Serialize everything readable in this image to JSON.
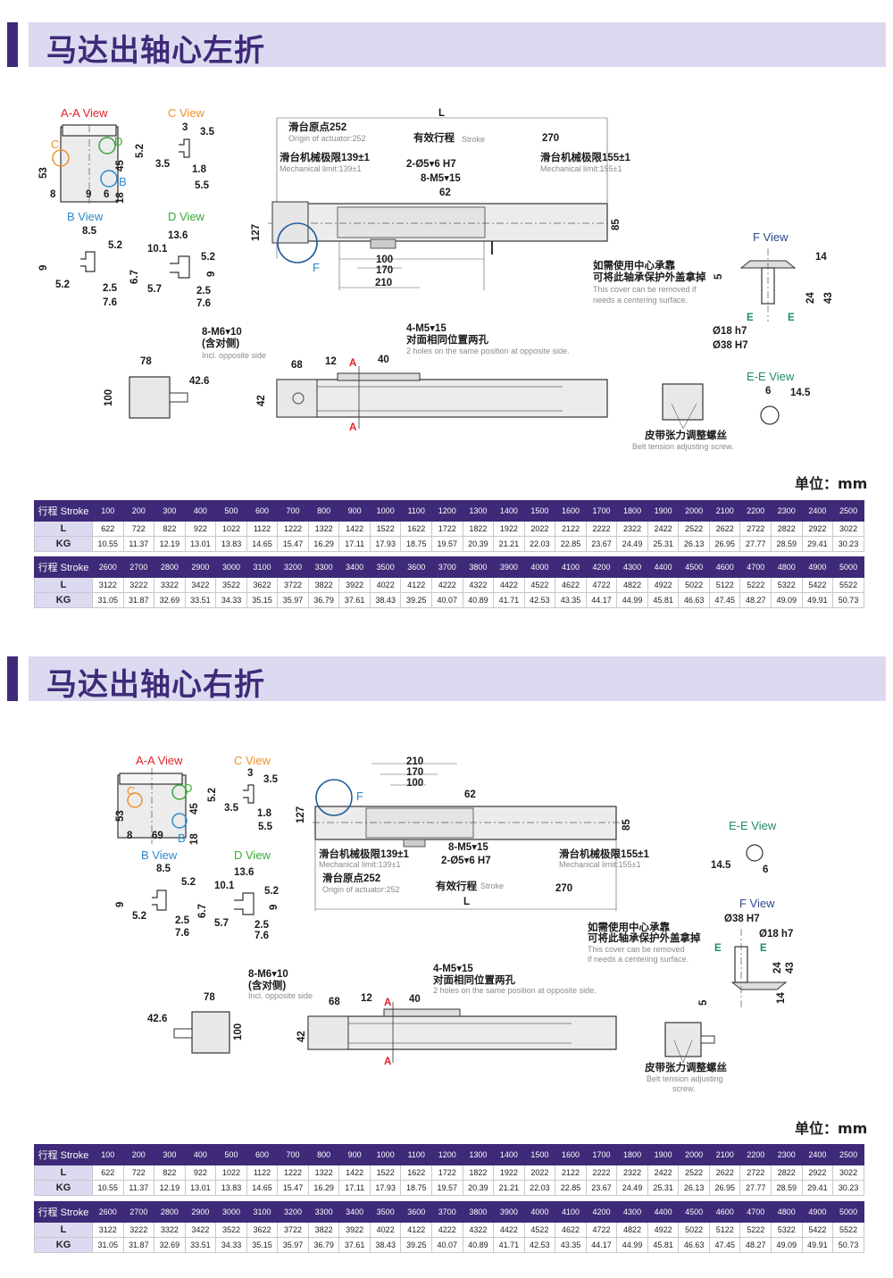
{
  "colors": {
    "brand": "#3e2a78",
    "header_bg": "#dcdaf0",
    "aa_view": "#e0202a",
    "c_view": "#f0902a",
    "b_view": "#2a8ad0",
    "d_view": "#3aa83a",
    "f_view": "#2a4a8a",
    "ee_view": "#1f8a6a"
  },
  "sections": [
    {
      "title": "马达出轴心左折",
      "unit": "单位：mm",
      "labels": {
        "aa_title": "A-A View",
        "c_title": "C View",
        "b_title": "B View",
        "d_title": "D View",
        "aa_53": "53",
        "aa_45": "45",
        "aa_18": "18",
        "aa_8": "8",
        "aa_9": "9",
        "aa_6": "6",
        "aa_c": "C",
        "aa_d": "D",
        "aa_b": "B",
        "c_3": "3",
        "c_35a": "3.5",
        "c_52": "5.2",
        "c_35b": "3.5",
        "c_18": "1.8",
        "c_55": "5.5",
        "b_85": "8.5",
        "b_52a": "5.2",
        "b_9": "9",
        "b_52b": "5.2",
        "b_25": "2.5",
        "b_76": "7.6",
        "d_136": "13.6",
        "d_101": "10.1",
        "d_52": "5.2",
        "d_67": "6.7",
        "d_9": "9",
        "d_57": "5.7",
        "d_25": "2.5",
        "d_76": "7.6",
        "top_L": "L",
        "origin_cn": "滑台原点252",
        "origin_en": "Origin of actuator:252",
        "stroke_cn": "有效行程",
        "stroke_en": "Stroke",
        "top_270": "270",
        "mech139_cn": "滑台机械极限139±1",
        "mech139_en": "Mechanical limit:139±1",
        "pin_holes": "2-Ø5▾6 H7",
        "m5_holes": "8-M5▾15",
        "top_62": "62",
        "mech155_cn": "滑台机械极限155±1",
        "mech155_en": "Mechanical limit:155±1",
        "top_127": "127",
        "top_85": "85",
        "top_F": "F",
        "top_100": "100",
        "top_170": "170",
        "top_210": "210",
        "f_title": "F View",
        "f_14": "14",
        "f_5": "5",
        "f_24": "24",
        "f_43": "43",
        "f_e1": "E",
        "f_e2": "E",
        "f_d18": "Ø18 h7",
        "f_d38": "Ø38 H7",
        "note_cn1": "如需使用中心承靠",
        "note_cn2": "可将此轴承保护外盖拿掉",
        "note_en1": "This cover can be removed if",
        "note_en2": "needs a centering surface.",
        "m6_holes": "8-M6▾10",
        "m6_cn": "(含对侧)",
        "m6_en": "Incl. opposite side",
        "m5_side": "4-M5▾15",
        "m5_side_cn": "对面相同位置两孔",
        "m5_side_en": "2 holes on the same position at opposite side.",
        "side_68": "68",
        "side_12": "12",
        "side_A1": "A",
        "side_40": "40",
        "side_42": "42",
        "side_A2": "A",
        "end_78": "78",
        "end_100": "100",
        "end_426": "42.6",
        "belt_cn": "皮带张力调整螺丝",
        "belt_en": "Belt tension adjusting screw.",
        "ee_title": "E-E View",
        "ee_6": "6",
        "ee_145": "14.5"
      },
      "tables": [
        {
          "header": "行程 Stroke",
          "row_labels": [
            "L",
            "KG"
          ],
          "stroke": [
            "100",
            "200",
            "300",
            "400",
            "500",
            "600",
            "700",
            "800",
            "900",
            "1000",
            "1100",
            "1200",
            "1300",
            "1400",
            "1500",
            "1600",
            "1700",
            "1800",
            "1900",
            "2000",
            "2100",
            "2200",
            "2300",
            "2400",
            "2500"
          ],
          "L": [
            "622",
            "722",
            "822",
            "922",
            "1022",
            "1122",
            "1222",
            "1322",
            "1422",
            "1522",
            "1622",
            "1722",
            "1822",
            "1922",
            "2022",
            "2122",
            "2222",
            "2322",
            "2422",
            "2522",
            "2622",
            "2722",
            "2822",
            "2922",
            "3022"
          ],
          "KG": [
            "10.55",
            "11.37",
            "12.19",
            "13.01",
            "13.83",
            "14.65",
            "15.47",
            "16.29",
            "17.11",
            "17.93",
            "18.75",
            "19.57",
            "20.39",
            "21.21",
            "22.03",
            "22.85",
            "23.67",
            "24.49",
            "25.31",
            "26.13",
            "26.95",
            "27.77",
            "28.59",
            "29.41",
            "30.23"
          ]
        },
        {
          "header": "行程 Stroke",
          "row_labels": [
            "L",
            "KG"
          ],
          "stroke": [
            "2600",
            "2700",
            "2800",
            "2900",
            "3000",
            "3100",
            "3200",
            "3300",
            "3400",
            "3500",
            "3600",
            "3700",
            "3800",
            "3900",
            "4000",
            "4100",
            "4200",
            "4300",
            "4400",
            "4500",
            "4600",
            "4700",
            "4800",
            "4900",
            "5000"
          ],
          "L": [
            "3122",
            "3222",
            "3322",
            "3422",
            "3522",
            "3622",
            "3722",
            "3822",
            "3922",
            "4022",
            "4122",
            "4222",
            "4322",
            "4422",
            "4522",
            "4622",
            "4722",
            "4822",
            "4922",
            "5022",
            "5122",
            "5222",
            "5322",
            "5422",
            "5522"
          ],
          "KG": [
            "31.05",
            "31.87",
            "32.69",
            "33.51",
            "34.33",
            "35.15",
            "35.97",
            "36.79",
            "37.61",
            "38.43",
            "39.25",
            "40.07",
            "40.89",
            "41.71",
            "42.53",
            "43.35",
            "44.17",
            "44.99",
            "45.81",
            "46.63",
            "47.45",
            "48.27",
            "49.09",
            "49.91",
            "50.73"
          ]
        }
      ]
    },
    {
      "title": "马达出轴心右折",
      "unit": "单位：mm",
      "labels": {
        "aa_title": "A-A View",
        "c_title": "C View",
        "b_title": "B View",
        "d_title": "D View",
        "aa_53": "53",
        "aa_45": "45",
        "aa_18": "18",
        "aa_8": "8",
        "aa_69": "69",
        "aa_c": "C",
        "aa_d": "D",
        "aa_b": "B",
        "c_3": "3",
        "c_35a": "3.5",
        "c_52": "5.2",
        "c_35b": "3.5",
        "c_18": "1.8",
        "c_55": "5.5",
        "b_85": "8.5",
        "b_52a": "5.2",
        "b_9": "9",
        "b_52b": "5.2",
        "b_25": "2.5",
        "b_76": "7.6",
        "d_136": "13.6",
        "d_101": "10.1",
        "d_52": "5.2",
        "d_67": "6.7",
        "d_9": "9",
        "d_57": "5.7",
        "d_25": "2.5",
        "d_76": "7.6",
        "top_210": "210",
        "top_170": "170",
        "top_100": "100",
        "top_F": "F",
        "top_62": "62",
        "top_127": "127",
        "top_85": "85",
        "m5_holes": "8-M5▾15",
        "pin_holes": "2-Ø5▾6 H7",
        "mech139_cn": "滑台机械极限139±1",
        "mech139_en": "Mechanical limit:139±1",
        "mech155_cn": "滑台机械极限155±1",
        "mech155_en": "Mechanical limit:155±1",
        "origin_cn": "滑台原点252",
        "origin_en": "Origin of actuator:252",
        "stroke_cn": "有效行程",
        "stroke_en": "Stroke",
        "top_270": "270",
        "top_L": "L",
        "ee_title": "E-E View",
        "ee_145": "14.5",
        "ee_6": "6",
        "f_title": "F View",
        "f_d38": "Ø38 H7",
        "f_d18": "Ø18 h7",
        "f_e1": "E",
        "f_e2": "E",
        "f_24": "24",
        "f_43": "43",
        "f_5": "5",
        "f_14": "14",
        "note_cn1": "如需使用中心承靠",
        "note_cn2": "可将此轴承保护外盖拿掉",
        "note_en1": "This cover can be removed",
        "note_en2": "if needs a centering surface.",
        "m6_holes": "8-M6▾10",
        "m6_cn": "(含对侧)",
        "m6_en": "Incl. opposite side",
        "m5_side": "4-M5▾15",
        "m5_side_cn": "对面相同位置两孔",
        "m5_side_en": "2 holes on the same position at opposite side.",
        "side_68": "68",
        "side_12": "12",
        "side_A1": "A",
        "side_40": "40",
        "side_42": "42",
        "side_A2": "A",
        "end_78": "78",
        "end_426": "42.6",
        "end_100": "100",
        "belt_cn": "皮带张力调整螺丝",
        "belt_en1": "Belt tension adjusting",
        "belt_en2": "screw."
      },
      "tables": [
        {
          "header": "行程 Stroke",
          "row_labels": [
            "L",
            "KG"
          ],
          "stroke": [
            "100",
            "200",
            "300",
            "400",
            "500",
            "600",
            "700",
            "800",
            "900",
            "1000",
            "1100",
            "1200",
            "1300",
            "1400",
            "1500",
            "1600",
            "1700",
            "1800",
            "1900",
            "2000",
            "2100",
            "2200",
            "2300",
            "2400",
            "2500"
          ],
          "L": [
            "622",
            "722",
            "822",
            "922",
            "1022",
            "1122",
            "1222",
            "1322",
            "1422",
            "1522",
            "1622",
            "1722",
            "1822",
            "1922",
            "2022",
            "2122",
            "2222",
            "2322",
            "2422",
            "2522",
            "2622",
            "2722",
            "2822",
            "2922",
            "3022"
          ],
          "KG": [
            "10.55",
            "11.37",
            "12.19",
            "13.01",
            "13.83",
            "14.65",
            "15.47",
            "16.29",
            "17.11",
            "17.93",
            "18.75",
            "19.57",
            "20.39",
            "21.21",
            "22.03",
            "22.85",
            "23.67",
            "24.49",
            "25.31",
            "26.13",
            "26.95",
            "27.77",
            "28.59",
            "29.41",
            "30.23"
          ]
        },
        {
          "header": "行程 Stroke",
          "row_labels": [
            "L",
            "KG"
          ],
          "stroke": [
            "2600",
            "2700",
            "2800",
            "2900",
            "3000",
            "3100",
            "3200",
            "3300",
            "3400",
            "3500",
            "3600",
            "3700",
            "3800",
            "3900",
            "4000",
            "4100",
            "4200",
            "4300",
            "4400",
            "4500",
            "4600",
            "4700",
            "4800",
            "4900",
            "5000"
          ],
          "L": [
            "3122",
            "3222",
            "3322",
            "3422",
            "3522",
            "3622",
            "3722",
            "3822",
            "3922",
            "4022",
            "4122",
            "4222",
            "4322",
            "4422",
            "4522",
            "4622",
            "4722",
            "4822",
            "4922",
            "5022",
            "5122",
            "5222",
            "5322",
            "5422",
            "5522"
          ],
          "KG": [
            "31.05",
            "31.87",
            "32.69",
            "33.51",
            "34.33",
            "35.15",
            "35.97",
            "36.79",
            "37.61",
            "38.43",
            "39.25",
            "40.07",
            "40.89",
            "41.71",
            "42.53",
            "43.35",
            "44.17",
            "44.99",
            "45.81",
            "46.63",
            "47.45",
            "48.27",
            "49.09",
            "49.91",
            "50.73"
          ]
        }
      ]
    }
  ]
}
